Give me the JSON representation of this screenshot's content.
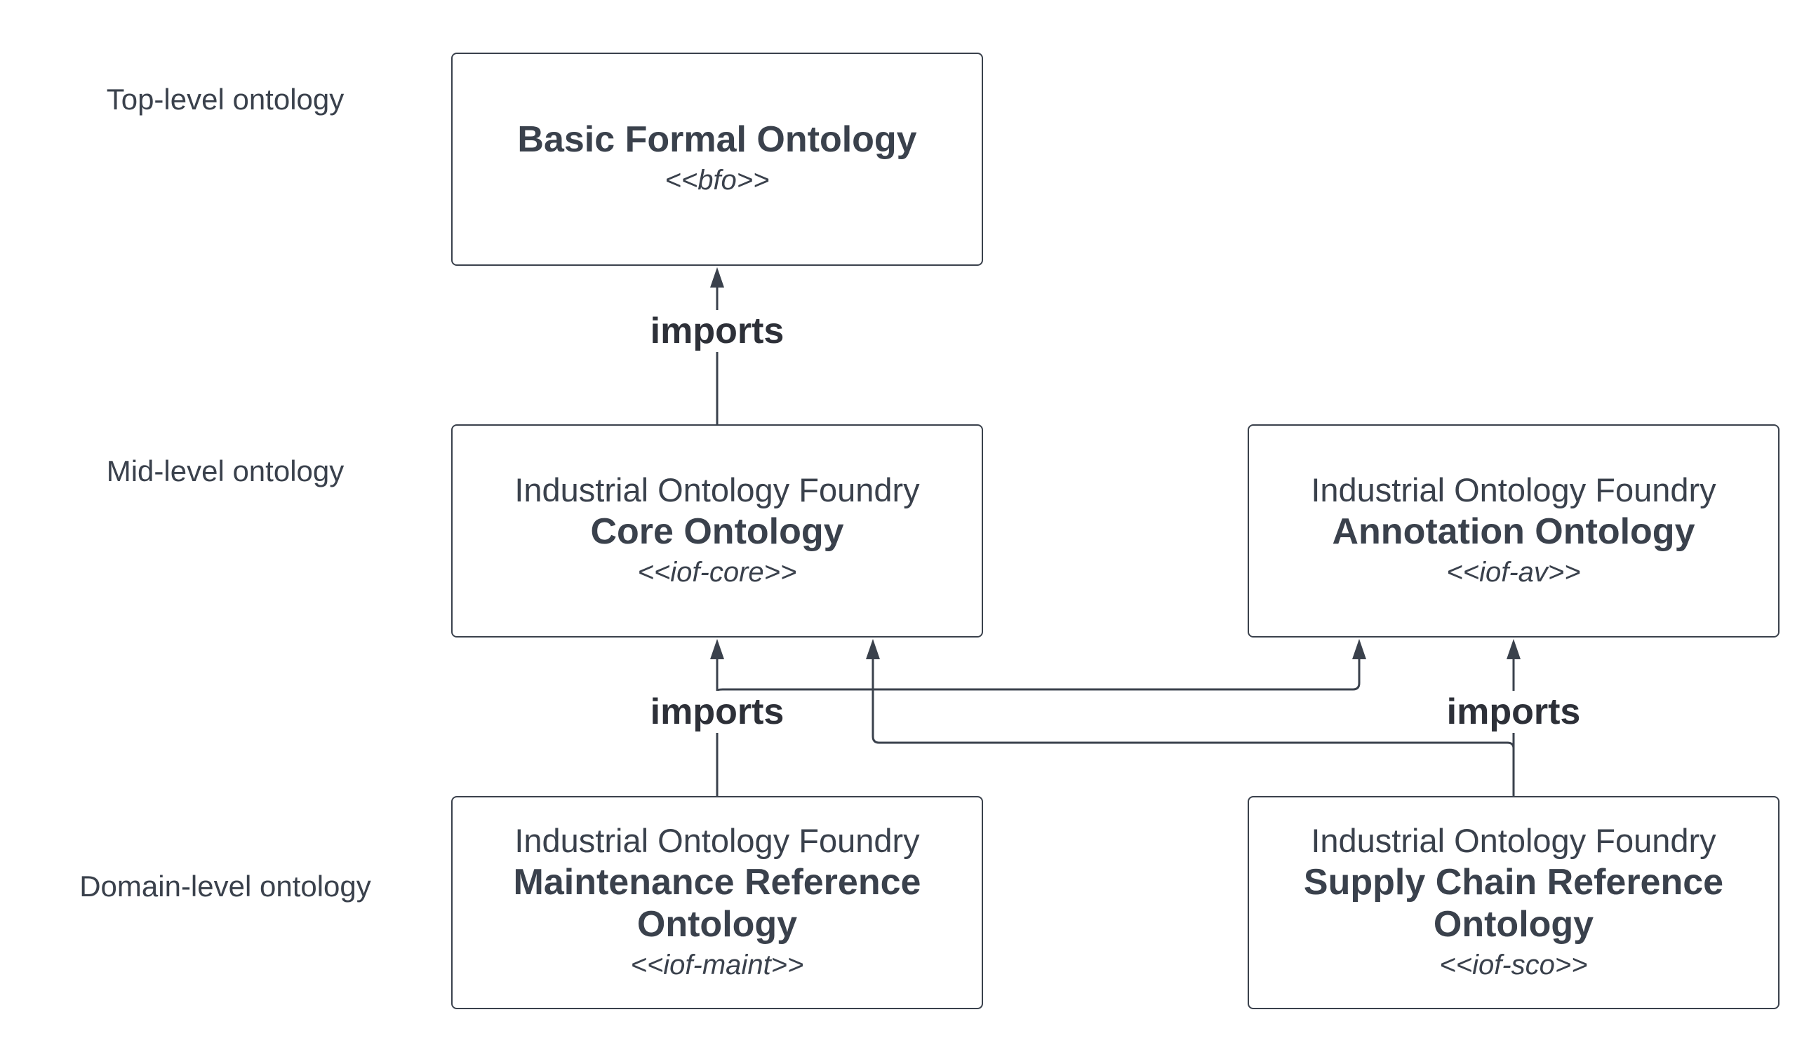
{
  "levels": {
    "top": "Top-level ontology",
    "mid": "Mid-level ontology",
    "domain": "Domain-level ontology"
  },
  "boxes": {
    "bfo": {
      "name": "Basic Formal Ontology",
      "stereotype": "<<bfo>>"
    },
    "core": {
      "prefix": "Industrial Ontology Foundry",
      "name": "Core Ontology",
      "stereotype": "<<iof-core>>"
    },
    "annotation": {
      "prefix": "Industrial Ontology Foundry",
      "name": "Annotation Ontology",
      "stereotype": "<<iof-av>>"
    },
    "maint": {
      "prefix": "Industrial Ontology Foundry",
      "name": "Maintenance Reference Ontology",
      "stereotype": "<<iof-maint>>"
    },
    "sco": {
      "prefix": "Industrial Ontology Foundry",
      "name": "Supply Chain Reference Ontology",
      "stereotype": "<<iof-sco>>"
    }
  },
  "edges": {
    "core_to_bfo": "imports",
    "maint_to_core": "imports",
    "sco_to_annotation": "imports"
  },
  "colors": {
    "stroke": "#3a414c",
    "text": "#3a414c"
  }
}
